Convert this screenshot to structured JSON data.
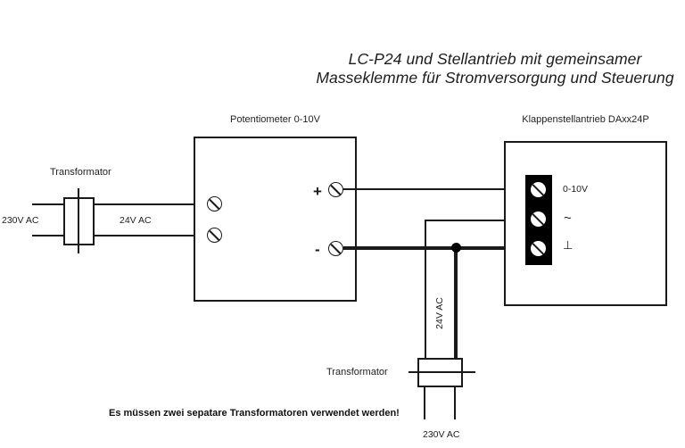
{
  "title": {
    "line1": "LC-P24 und Stellantrieb mit gemeinsamer",
    "line2": "Masseklemme für Stromversorgung und Steuerung"
  },
  "transformer_left": {
    "name": "Transformator",
    "primary_voltage": "230V AC",
    "secondary_voltage": "24V AC"
  },
  "potentiometer": {
    "label": "Potentiometer 0-10V",
    "plus_terminal": "+",
    "minus_terminal": "-"
  },
  "actuator": {
    "label": "Klappenstellantrieb DAxx24P",
    "terminal_labels": [
      "0-10V",
      "~",
      "⊥"
    ]
  },
  "transformer_bottom": {
    "name": "Transformator",
    "primary_voltage": "230V AC",
    "secondary_voltage": "24V AC"
  },
  "note": "Es müssen zwei sepatare Transformatoren verwendet werden!",
  "colors": {
    "line": "#1a1a1a",
    "text": "#1f1f1f",
    "terminal_block": "#000000",
    "background": "#ffffff"
  }
}
